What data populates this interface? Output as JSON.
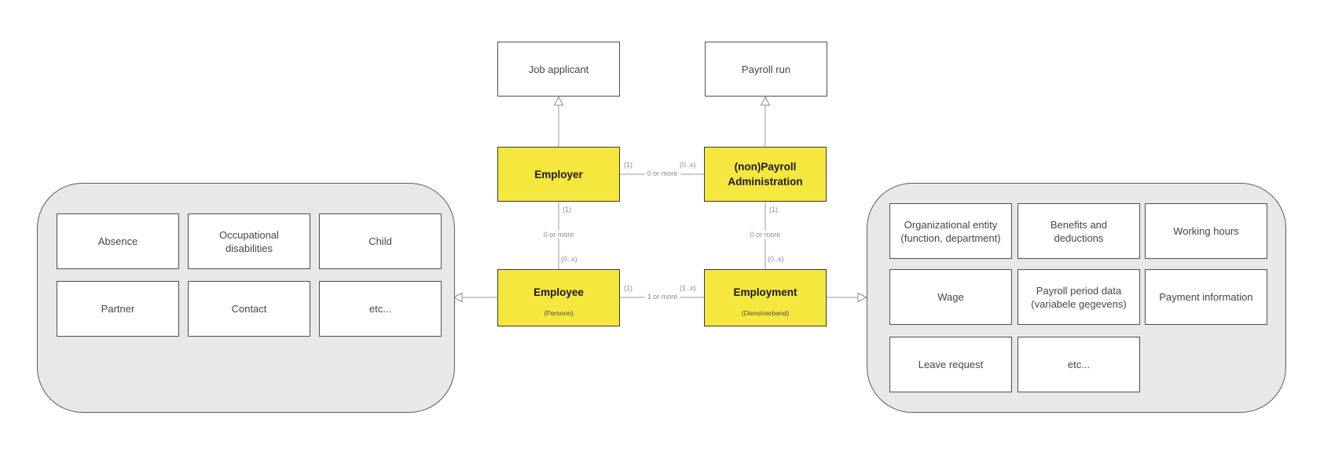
{
  "colors": {
    "entity_yellow": "#f5e73e",
    "group_container_gray": "#e8e8e8",
    "box_border_dark": "#4f4f4f",
    "connector_line_gray": "#999999",
    "cardinality_label_gray": "#8c8c8c",
    "box_text_gray": "#464646",
    "entity_title_black": "#1a1a1a"
  },
  "superclasses": {
    "job_applicant": {
      "label": "Job applicant"
    },
    "payroll_run": {
      "label": "Payroll run"
    }
  },
  "entities": {
    "employer": {
      "label": "Employer"
    },
    "nonpayroll_administration": {
      "label": "(non)Payroll Administration"
    },
    "employee": {
      "label": "Employee",
      "subtitle": "(Persoon)"
    },
    "employment": {
      "label": "Employment",
      "subtitle": "(Dienstverband)"
    }
  },
  "connectors": {
    "employer_to_nonpayroll": {
      "from_label": "(1)",
      "mid_label": "0 or more",
      "to_label": "(0..x)"
    },
    "employer_to_employee": {
      "from_label": "(1)",
      "mid_label": "0 or more",
      "to_label": "(0..x)"
    },
    "nonpayroll_to_employment": {
      "from_label": "(1)",
      "mid_label": "0 or more",
      "to_label": "(0..x)"
    },
    "employee_to_employment": {
      "from_label": "(1)",
      "mid_label": "1 or more",
      "to_label": "(1..x)"
    }
  },
  "employee_group": {
    "items": [
      {
        "label": "Absence"
      },
      {
        "label": "Occupational disabilities"
      },
      {
        "label": "Child"
      },
      {
        "label": "Partner"
      },
      {
        "label": "Contact"
      },
      {
        "label": "etc..."
      }
    ]
  },
  "employment_group": {
    "items": [
      {
        "label": "Organizational entity (function, department)"
      },
      {
        "label": "Benefits and deductions"
      },
      {
        "label": "Working hours"
      },
      {
        "label": "Wage"
      },
      {
        "label": "Payroll period data (variabele gegevens)"
      },
      {
        "label": "Payment information"
      },
      {
        "label": "Leave request"
      },
      {
        "label": "etc..."
      }
    ]
  }
}
